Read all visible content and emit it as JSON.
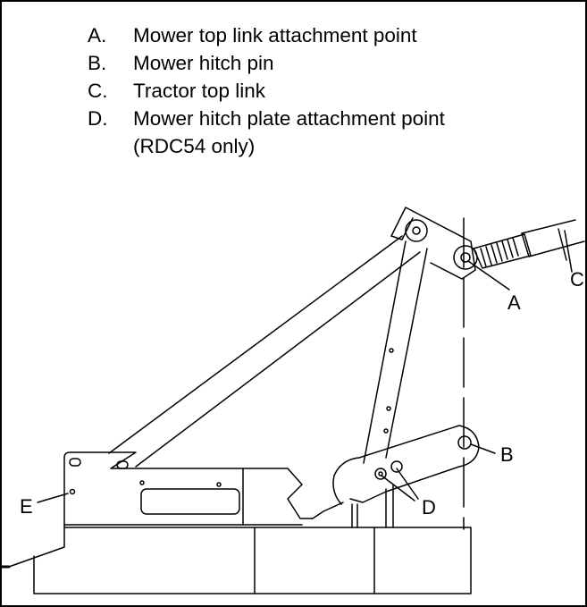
{
  "legend": {
    "items": [
      {
        "letter": "A.",
        "text": "Mower top link attachment point",
        "sub": ""
      },
      {
        "letter": "B.",
        "text": "Mower hitch pin",
        "sub": ""
      },
      {
        "letter": "C.",
        "text": "Tractor top link",
        "sub": ""
      },
      {
        "letter": "D.",
        "text": "Mower hitch plate attachment point",
        "sub": "(RDC54 only)"
      }
    ]
  },
  "callouts": {
    "a": "A",
    "b": "B",
    "c": "C",
    "d": "D",
    "e": "E"
  }
}
